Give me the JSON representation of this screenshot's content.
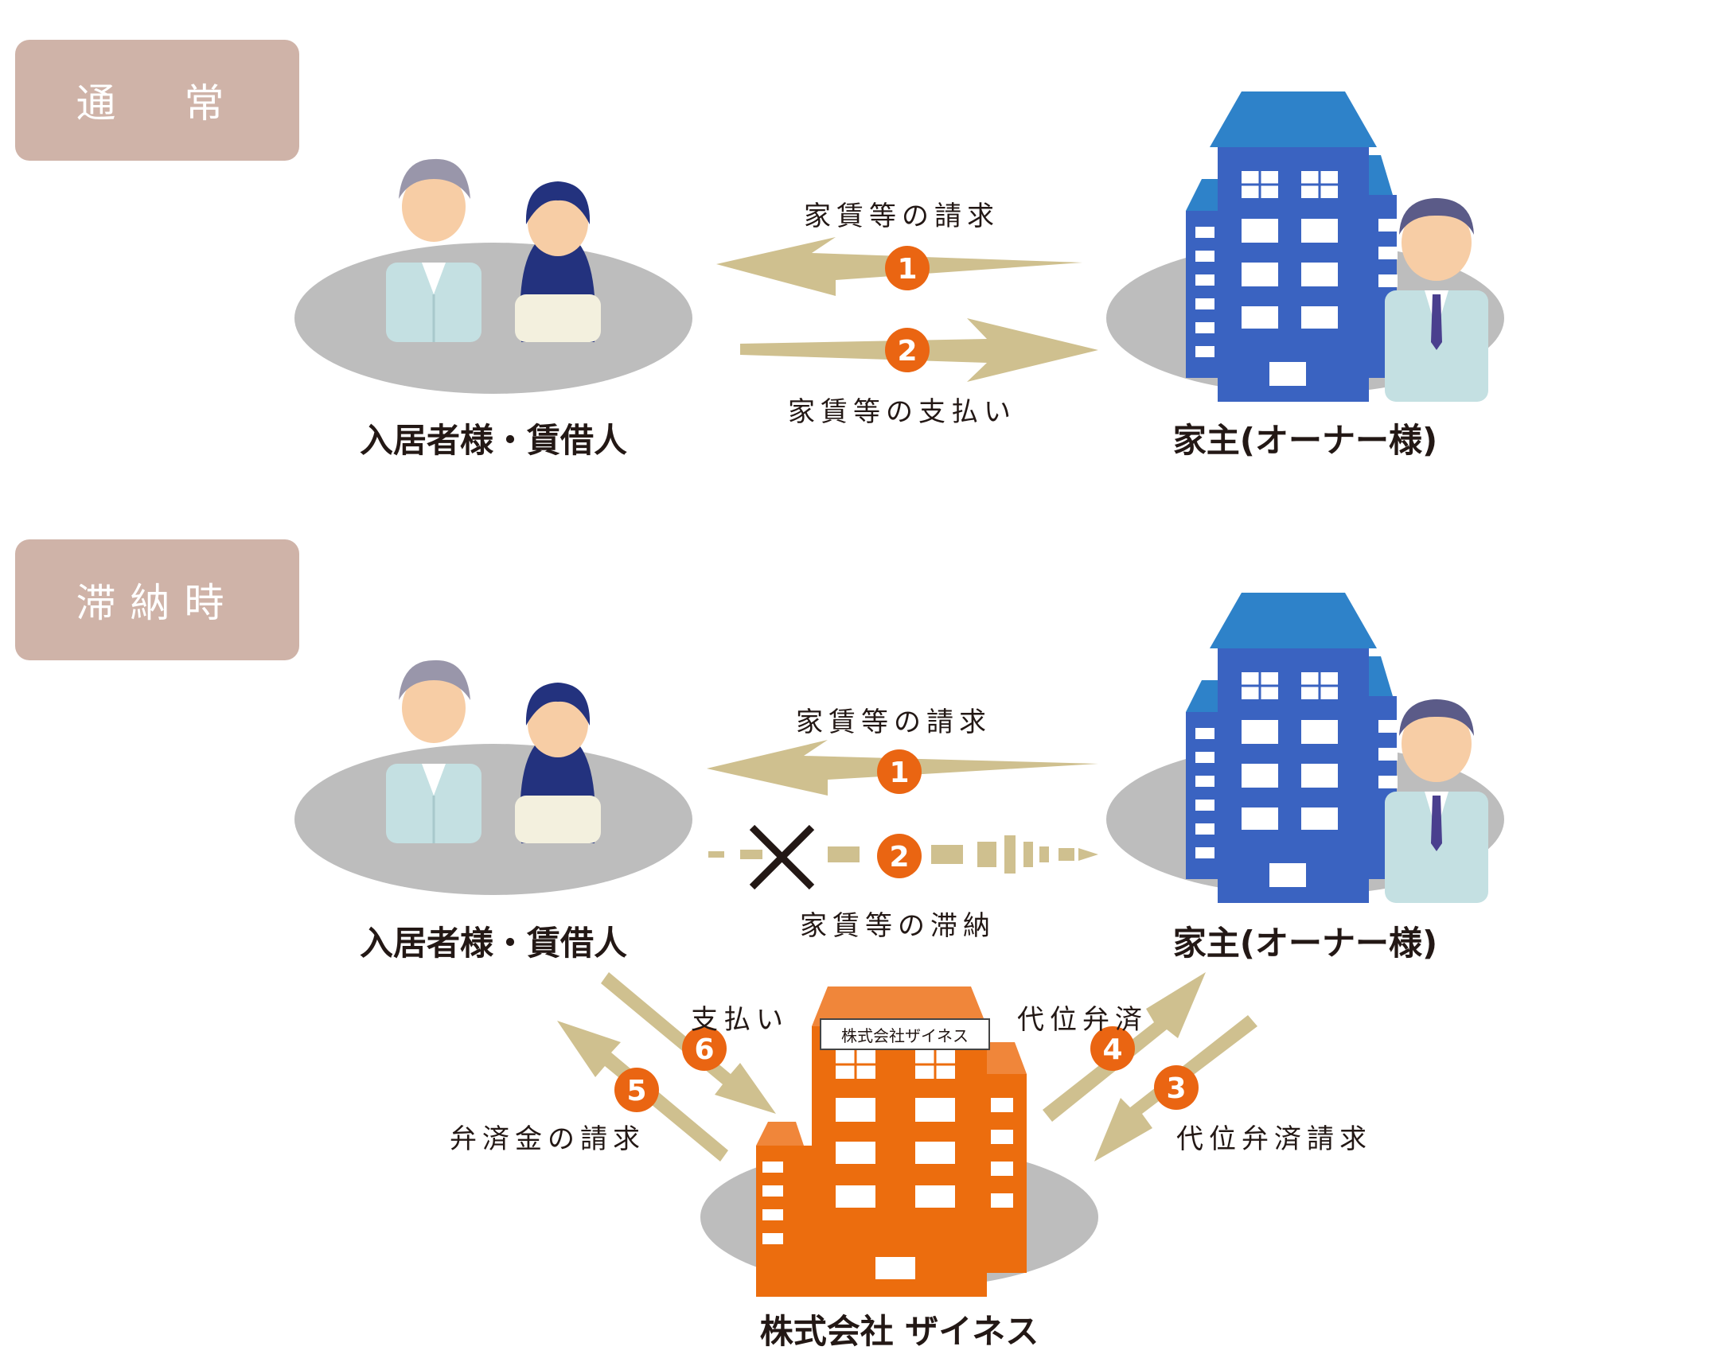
{
  "sections": {
    "normal": {
      "label": "通　常",
      "tenant_label": "入居者様・賃借人",
      "owner_label": "家主(オーナー様)",
      "flow1": {
        "number": "1",
        "text": "家賃等の請求"
      },
      "flow2": {
        "number": "2",
        "text": "家賃等の支払い"
      }
    },
    "delinquent": {
      "label": "滞納時",
      "tenant_label": "入居者様・賃借人",
      "owner_label": "家主(オーナー様)",
      "flow1": {
        "number": "1",
        "text": "家賃等の請求"
      },
      "flow2": {
        "number": "2",
        "text": "家賃等の滞納"
      },
      "company_label": "株式会社 ザイネス",
      "company_sign": "株式会社ザイネス",
      "flow3": {
        "number": "3",
        "text": "代位弁済請求"
      },
      "flow4": {
        "number": "4",
        "text": "代位弁済"
      },
      "flow5": {
        "number": "5",
        "text": "弁済金の請求"
      },
      "flow6": {
        "number": "6",
        "text": "支払い"
      }
    }
  },
  "colors": {
    "section_label_bg": "#cfb3a8",
    "arrow": "#cfc08f",
    "badge": "#ea6512",
    "owner_building": "#3a63c1",
    "owner_building_top": "#2e82c9",
    "company_building": "#ec6d0e",
    "company_building_top": "#f0863a",
    "platform": "#bdbdbd",
    "cross": "#231815"
  },
  "icons": [
    "tenant-couple-icon",
    "owner-building-icon",
    "company-building-icon",
    "badge-icon",
    "cross-icon"
  ]
}
